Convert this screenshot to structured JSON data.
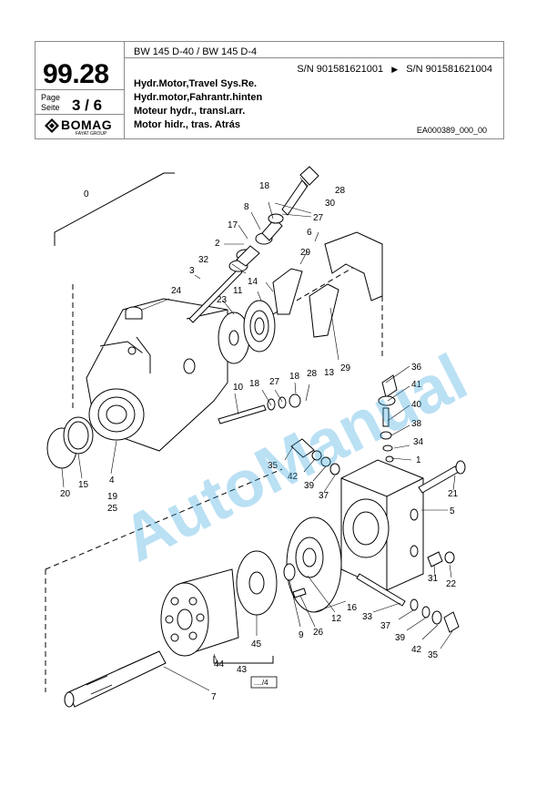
{
  "header": {
    "model": "BW 145 D-40 / BW 145 D-4",
    "serial_from": "S/N 901581621001",
    "serial_to": "S/N 901581621004",
    "group_number": "99.28",
    "page_label_en": "Page",
    "page_label_de": "Seite",
    "page_number": "3  /  6",
    "titles": [
      "Hydr.Motor,Travel Sys.Re.",
      "Hydr.motor,Fahrantr.hinten",
      "Moteur hydr., transl.arr.",
      "Motor hidr., tras. Atrás"
    ],
    "doc_number": "EA000389_000_00",
    "brand": "BOMAG",
    "brand_sub": "FAYAT GROUP"
  },
  "watermark": "AutoManual",
  "reference_box": "..../4",
  "callouts": [
    "0",
    "1",
    "2",
    "3",
    "4",
    "5",
    "6",
    "7",
    "8",
    "9",
    "10",
    "11",
    "12",
    "13",
    "14",
    "15",
    "16",
    "17",
    "18",
    "19",
    "20",
    "21",
    "22",
    "23",
    "24",
    "25",
    "26",
    "27",
    "28",
    "29",
    "30",
    "31",
    "32",
    "33",
    "34",
    "35",
    "36",
    "37",
    "38",
    "39",
    "40",
    "41",
    "42",
    "43",
    "44",
    "45"
  ]
}
